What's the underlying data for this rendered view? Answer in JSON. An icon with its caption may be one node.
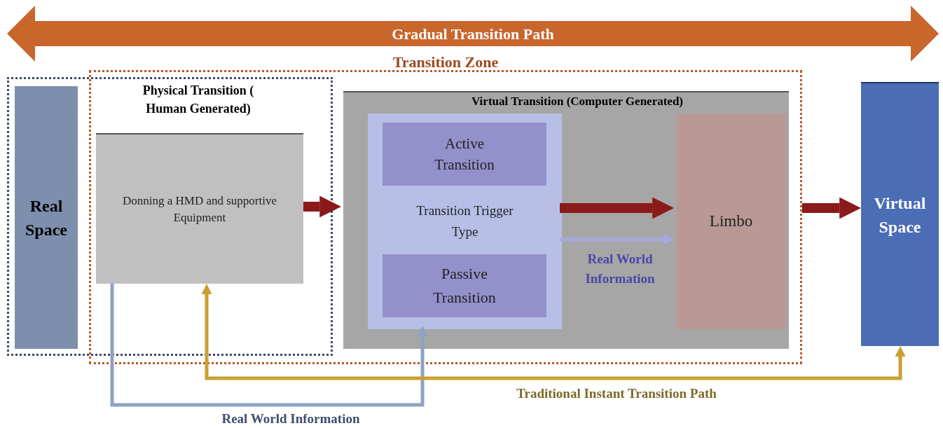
{
  "diagram": {
    "nodes": [
      {
        "text": [
          "Gradual Transition Path"
        ]
      },
      {
        "text": [
          "Transition Zone"
        ]
      },
      {
        "text": [
          "Physical Transition ( Human Generated)"
        ]
      },
      {
        "text": [
          "Real Space"
        ],
        "in": 2
      },
      {
        "text": [
          "Donning a HMD and supportive Equipment"
        ]
      },
      {
        "text": [
          "Virtual Transition (Computer Generated)"
        ],
        "in": 1
      },
      {
        "text": [
          "Transition Trigger Type"
        ],
        "in": 5
      },
      {
        "text": [
          "Active Transition"
        ],
        "in": 6
      },
      {
        "text": [
          "Passive Transition"
        ],
        "in": 6
      },
      {
        "text": [
          "Limbo"
        ],
        "in": 5
      },
      {
        "text": [
          "Virtual Space"
        ]
      }
    ],
    "edges": [
      {
        "from": 4,
        "to": 5,
        "arrow": "to",
        "style": "thick"
      },
      {
        "from": 6,
        "to": 9,
        "arrow": "to",
        "style": "thick"
      },
      {
        "from": 6,
        "to": 9,
        "arrow": "to",
        "label": "Real World Information",
        "color": "#a9a7e3"
      },
      {
        "from": 1,
        "to": 10,
        "arrow": "to",
        "style": "thick"
      },
      {
        "from": 4,
        "to": 6,
        "arrow": "to",
        "label": "Real World Information",
        "color": "#8ea2c2"
      },
      {
        "from": 4,
        "to": 10,
        "arrow": "both",
        "label": "Traditional Instant Transition Path",
        "color": "#c9a032"
      }
    ]
  }
}
